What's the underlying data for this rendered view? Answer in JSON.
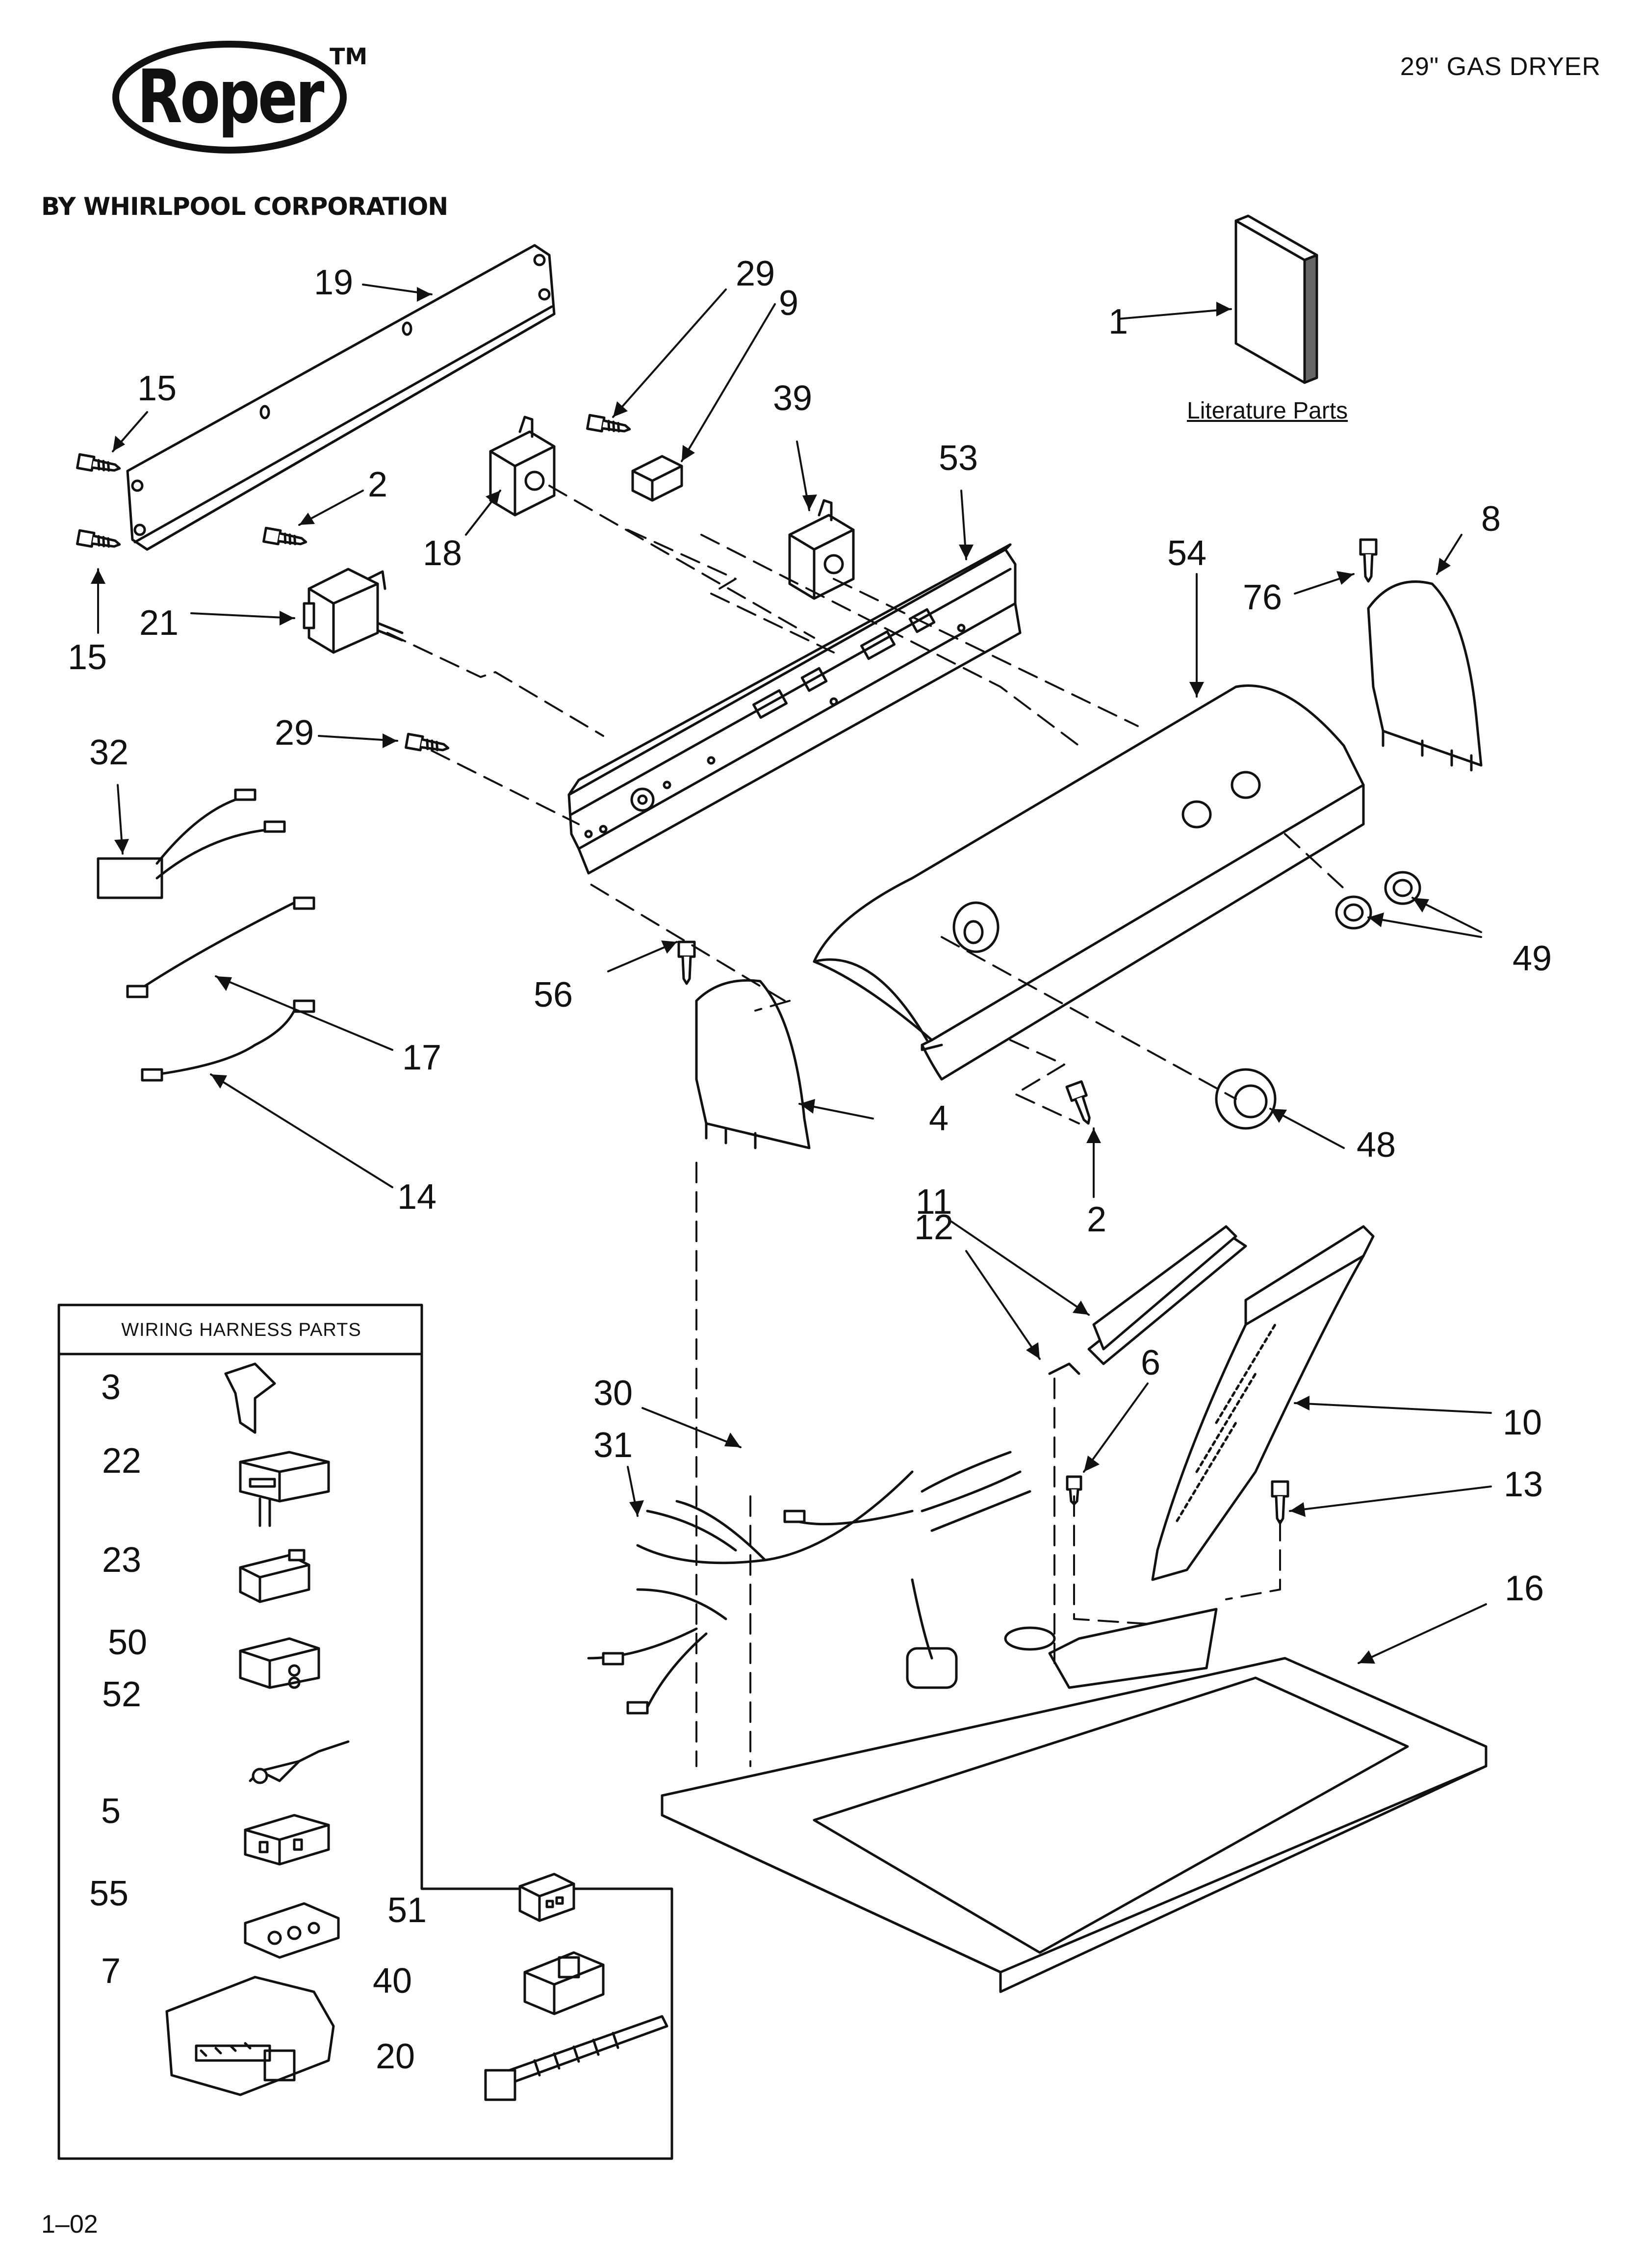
{
  "header": {
    "brand": "Roper",
    "trademark": "TM",
    "byline": "BY WHIRLPOOL CORPORATION",
    "model_title": "29\" GAS DRYER"
  },
  "literature": {
    "label": "Literature Parts"
  },
  "harness_box": {
    "title": "WIRING HARNESS PARTS"
  },
  "footer": {
    "code": "1–02"
  },
  "callouts": {
    "c1": "1",
    "c2a": "2",
    "c2b": "2",
    "c3": "3",
    "c4": "4",
    "c5": "5",
    "c6": "6",
    "c7": "7",
    "c8": "8",
    "c9": "9",
    "c10": "10",
    "c11": "11",
    "c12": "12",
    "c13": "13",
    "c14": "14",
    "c15a": "15",
    "c15b": "15",
    "c16": "16",
    "c17": "17",
    "c18": "18",
    "c19": "19",
    "c20": "20",
    "c21": "21",
    "c22": "22",
    "c23": "23",
    "c29a": "29",
    "c29b": "29",
    "c30": "30",
    "c31": "31",
    "c32": "32",
    "c39": "39",
    "c40": "40",
    "c48": "48",
    "c49": "49",
    "c50": "50",
    "c51": "51",
    "c52": "52",
    "c53": "53",
    "c54": "54",
    "c55": "55",
    "c56": "56",
    "c76": "76"
  },
  "colors": {
    "line": "#111111",
    "fill": "#f2f2f2",
    "dark": "#555555"
  }
}
